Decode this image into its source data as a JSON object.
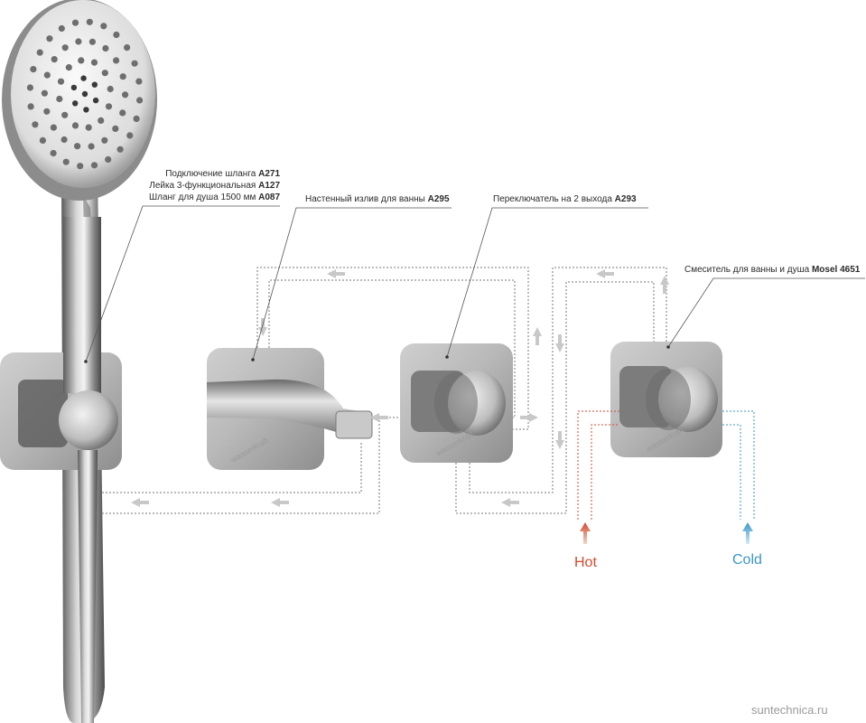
{
  "labels": {
    "hose_group": [
      {
        "text": "Подключение шланга ",
        "code": "A271"
      },
      {
        "text": "Лейка 3-функциональная ",
        "code": "A127"
      },
      {
        "text": "Шланг для душа 1500 мм ",
        "code": "A087"
      }
    ],
    "spout": {
      "text": "Настенный излив для ванны ",
      "code": "A295"
    },
    "switch": {
      "text": "Переключатель на 2 выхода ",
      "code": "A293"
    },
    "mixer": {
      "text": "Смеситель для ванны и душа ",
      "code": "Mosel 4651"
    }
  },
  "flow": {
    "hot": "Hot",
    "cold": "Cold"
  },
  "brand": {
    "prefix": "wasser",
    "suffix": "kraft"
  },
  "watermark": "suntechnica.ru",
  "colors": {
    "hot": "#d24a2e",
    "cold": "#3a96c8",
    "arrow": "#c8c8c8",
    "pipe": "#777777",
    "chrome": "#9a9a9a"
  }
}
